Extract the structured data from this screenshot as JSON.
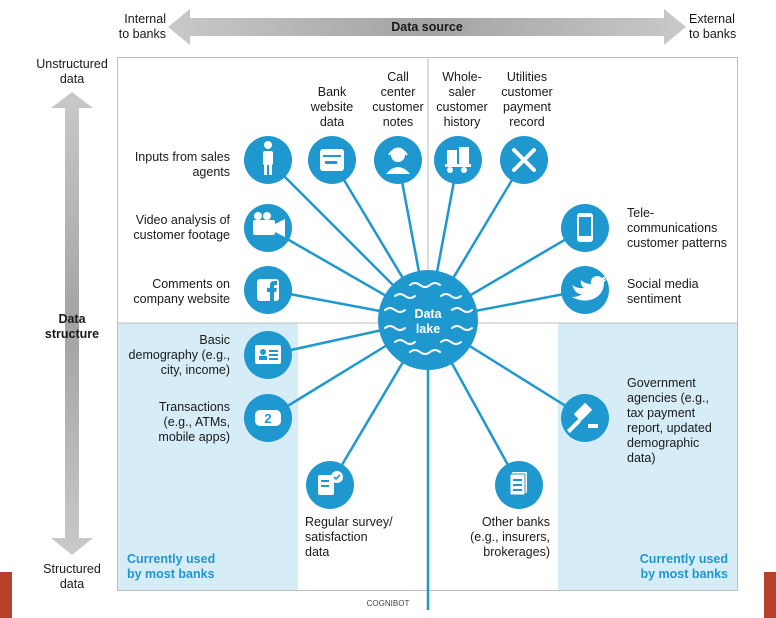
{
  "header": {
    "left": "Internal\nto banks",
    "center": "Data source",
    "right": "External\nto banks"
  },
  "axis": {
    "top": "Unstructured\ndata",
    "middle": "Data\nstructure",
    "bottom": "Structured\ndata"
  },
  "hub": {
    "label": "Data\nlake"
  },
  "sources": {
    "sales_agents": "Inputs from sales\nagents",
    "video": "Video analysis of\ncustomer footage",
    "comments": "Comments on\ncompany website",
    "demography": "Basic\ndemography (e.g.,\ncity, income)",
    "transactions": "Transactions\n(e.g., ATMs,\nmobile apps)",
    "website": "Bank\nwebsite\ndata",
    "call_center": "Call\ncenter\ncustomer\nnotes",
    "wholesaler": "Whole-\nsaler\ncustomer\nhistory",
    "utilities": "Utilities\ncustomer\npayment\nrecord",
    "telecom": "Tele-\ncommunications\ncustomer patterns",
    "social": "Social media\nsentiment",
    "government": "Government\nagencies (e.g.,\ntax payment\nreport, updated\ndemographic\ndata)",
    "survey": "Regular survey/\nsatisfaction\ndata",
    "other_banks": "Other banks\n(e.g., insurers,\nbrokerages)"
  },
  "quadrant_notes": {
    "left": "Currently used\nby most banks",
    "right": "Currently used\nby most banks"
  },
  "watermark": "COGNIBOT",
  "colors": {
    "node": "#1f97cf",
    "shade": "#d6ecf7",
    "arrow": "#a9a9a9",
    "accent_bar": "#b8412c"
  },
  "icons": [
    "person-icon",
    "video-camera-icon",
    "facebook-icon",
    "id-card-icon",
    "money-icon",
    "browser-window-icon",
    "headset-agent-icon",
    "forklift-icon",
    "tools-icon",
    "smartphone-icon",
    "twitter-bird-icon",
    "gavel-icon",
    "survey-check-icon",
    "documents-icon"
  ]
}
